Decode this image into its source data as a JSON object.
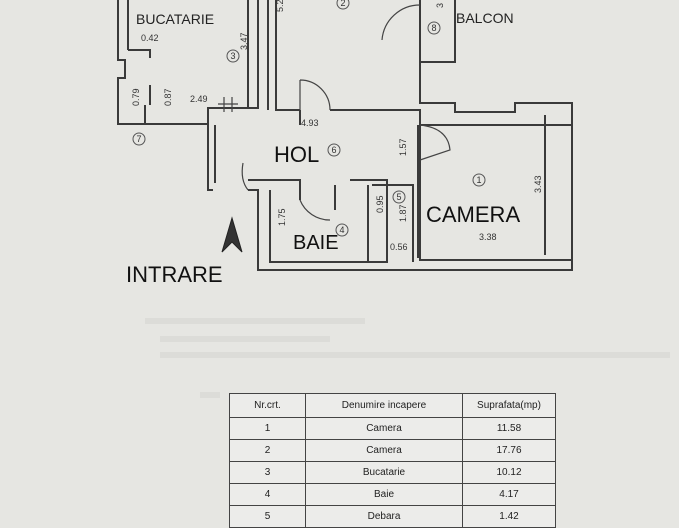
{
  "labels": {
    "bucatarie": "BUCATARIE",
    "balcon": "BALCON",
    "hol": "HOL",
    "camera": "CAMERA",
    "baie": "BAIE",
    "intrare": "INTRARE"
  },
  "dimensions": {
    "d_042": "0.42",
    "d_347": "3.47",
    "d_52": "5.2",
    "d_079": "0.79",
    "d_087": "0.87",
    "d_249": "2.49",
    "d_493": "4.93",
    "d_157": "1.57",
    "d_343": "3.43",
    "d_338": "3.38",
    "d_175": "1.75",
    "d_095": "0.95",
    "d_187": "1.87",
    "d_056": "0.56",
    "d_3": "3"
  },
  "room_numbers": {
    "n1": "1",
    "n2": "2",
    "n3": "3",
    "n4": "4",
    "n5": "5",
    "n6": "6",
    "n7": "7",
    "n8": "8"
  },
  "table": {
    "headers": [
      "Nr.crt.",
      "Denumire incapere",
      "Suprafata(mp)"
    ],
    "rows": [
      [
        "1",
        "Camera",
        "11.58"
      ],
      [
        "2",
        "Camera",
        "17.76"
      ],
      [
        "3",
        "Bucatarie",
        "10.12"
      ],
      [
        "4",
        "Baie",
        "4.17"
      ],
      [
        "5",
        "Debara",
        "1.42"
      ]
    ]
  }
}
